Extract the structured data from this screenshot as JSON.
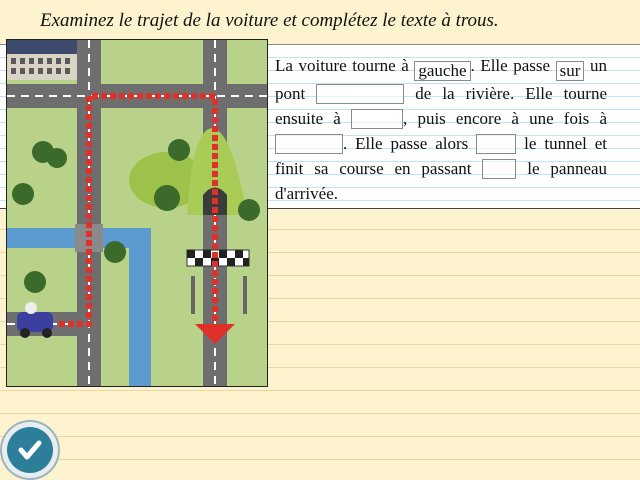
{
  "instruction": "Examinez le trajet de la voiture et complétez le texte à trous.",
  "text": {
    "s1": "La voiture tourne à",
    "blank1": "gauche",
    "s2": ". Elle passe",
    "blank2": "sur",
    "s3": "un pont",
    "blank3": "",
    "s4": "de la rivière. Elle tourne ensuite à",
    "blank4": "",
    "s5": ", puis encore à une fois à",
    "blank5": "",
    "s6": ". Elle passe alors",
    "blank6": "",
    "s7": "le tunnel et finit sa course en passant",
    "blank7": "",
    "s8": "le panneau d'arrivée."
  },
  "colors": {
    "route": "#e0302a",
    "road": "#6e6e6e",
    "grass": "#b8d389",
    "river": "#5b9bd0",
    "button": "#2d7e98"
  },
  "check_button": {
    "icon": "checkmark-icon"
  }
}
